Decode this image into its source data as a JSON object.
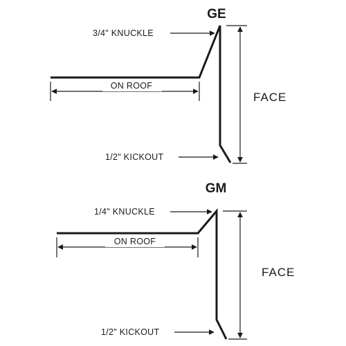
{
  "profiles": [
    {
      "title": "GE",
      "knuckle_label": "3/4\" KNUCKLE",
      "roof_label": "ON ROOF",
      "face_label": "FACE",
      "kickout_label": "1/2\" KICKOUT"
    },
    {
      "title": "GM",
      "knuckle_label": "1/4\" KNUCKLE",
      "roof_label": "ON ROOF",
      "face_label": "FACE",
      "kickout_label": "1/2\" KICKOUT"
    }
  ]
}
